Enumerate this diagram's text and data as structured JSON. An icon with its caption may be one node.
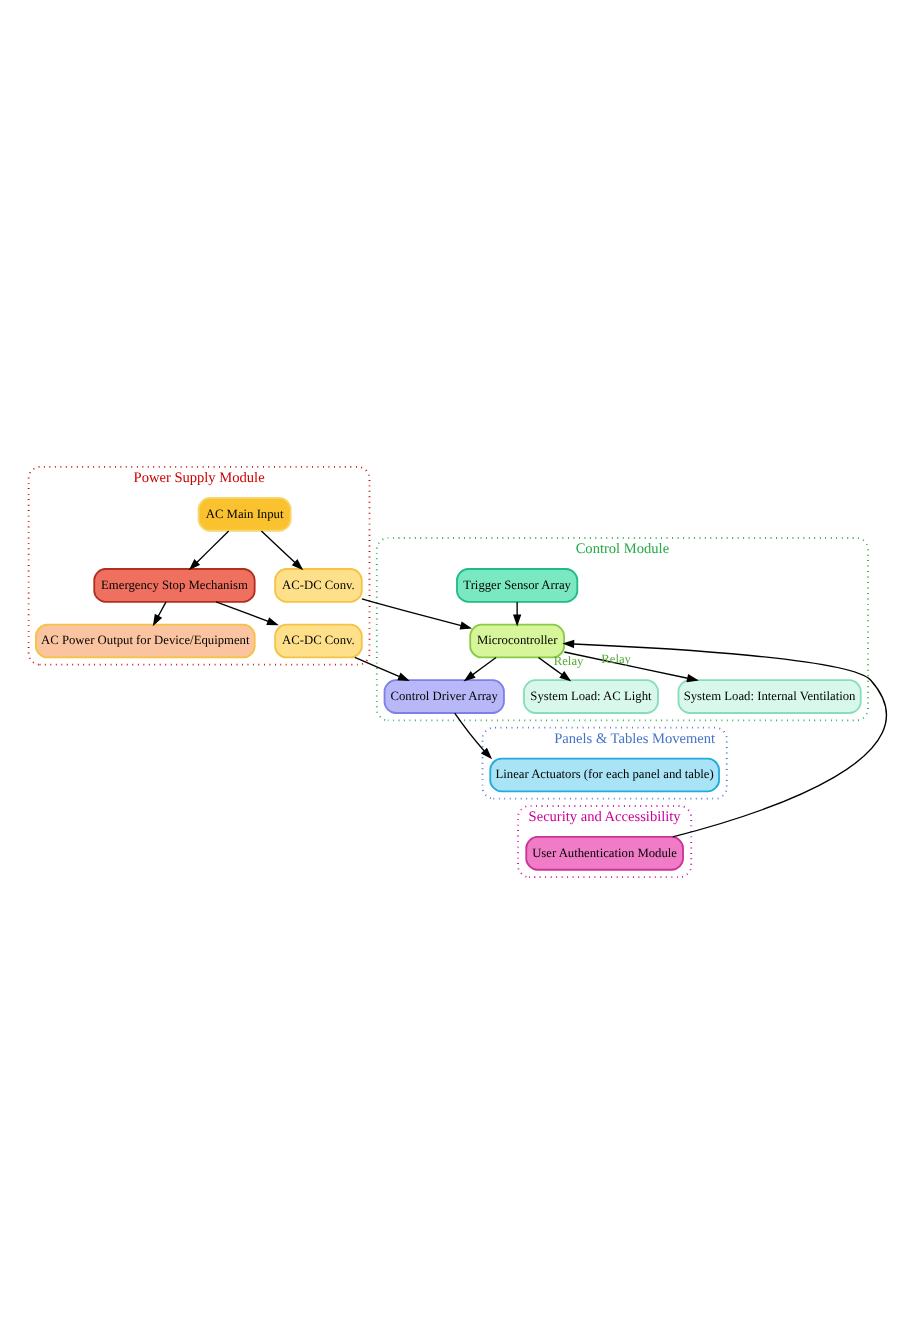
{
  "diagram": {
    "nodes": [
      {
        "text": [
          "Power Supply Module"
        ]
      },
      {
        "text": [
          "AC Main Input"
        ],
        "in": 0
      },
      {
        "text": [
          "Emergency Stop Mechanism"
        ],
        "in": 0
      },
      {
        "text": [
          "AC-DC Conv."
        ],
        "in": 0
      },
      {
        "text": [
          "AC Power Output for Device/Equipment"
        ],
        "in": 0
      },
      {
        "text": [
          "AC-DC Conv."
        ],
        "in": 0
      },
      {
        "text": [
          "Control Module"
        ]
      },
      {
        "text": [
          "Control Driver Array"
        ],
        "in": 6
      },
      {
        "text": [
          "Microcontroller"
        ],
        "in": 6
      },
      {
        "text": [
          "Trigger Sensor Array"
        ],
        "in": 6
      },
      {
        "text": [
          "System Load: AC Light"
        ],
        "in": 6
      },
      {
        "text": [
          "System Load: Internal Ventilation"
        ],
        "in": 6
      },
      {
        "text": [
          "Panels & Tables Movement"
        ]
      },
      {
        "text": [
          "Linear Actuators (for each panel and table)"
        ],
        "in": 12
      },
      {
        "text": [
          "Security and Accessibility"
        ]
      },
      {
        "text": [
          "User Authentication Module"
        ],
        "in": 14
      }
    ],
    "edges": [
      {
        "from": 1,
        "to": 2,
        "arrow": "to"
      },
      {
        "from": 1,
        "to": 3,
        "arrow": "to"
      },
      {
        "from": 2,
        "to": 4,
        "arrow": "to"
      },
      {
        "from": 2,
        "to": 5,
        "arrow": "to"
      },
      {
        "from": 5,
        "to": 7,
        "arrow": "to"
      },
      {
        "from": 3,
        "to": 8,
        "arrow": "to"
      },
      {
        "from": 8,
        "to": 7,
        "arrow": "to"
      },
      {
        "from": 9,
        "to": 8,
        "arrow": "to"
      },
      {
        "from": 8,
        "to": 10,
        "arrow": "to",
        "label": "Relay"
      },
      {
        "from": 8,
        "to": 11,
        "arrow": "to",
        "label": "Relay"
      },
      {
        "from": 7,
        "to": 13,
        "arrow": "to"
      },
      {
        "from": 15,
        "to": 8,
        "arrow": "to"
      }
    ]
  }
}
